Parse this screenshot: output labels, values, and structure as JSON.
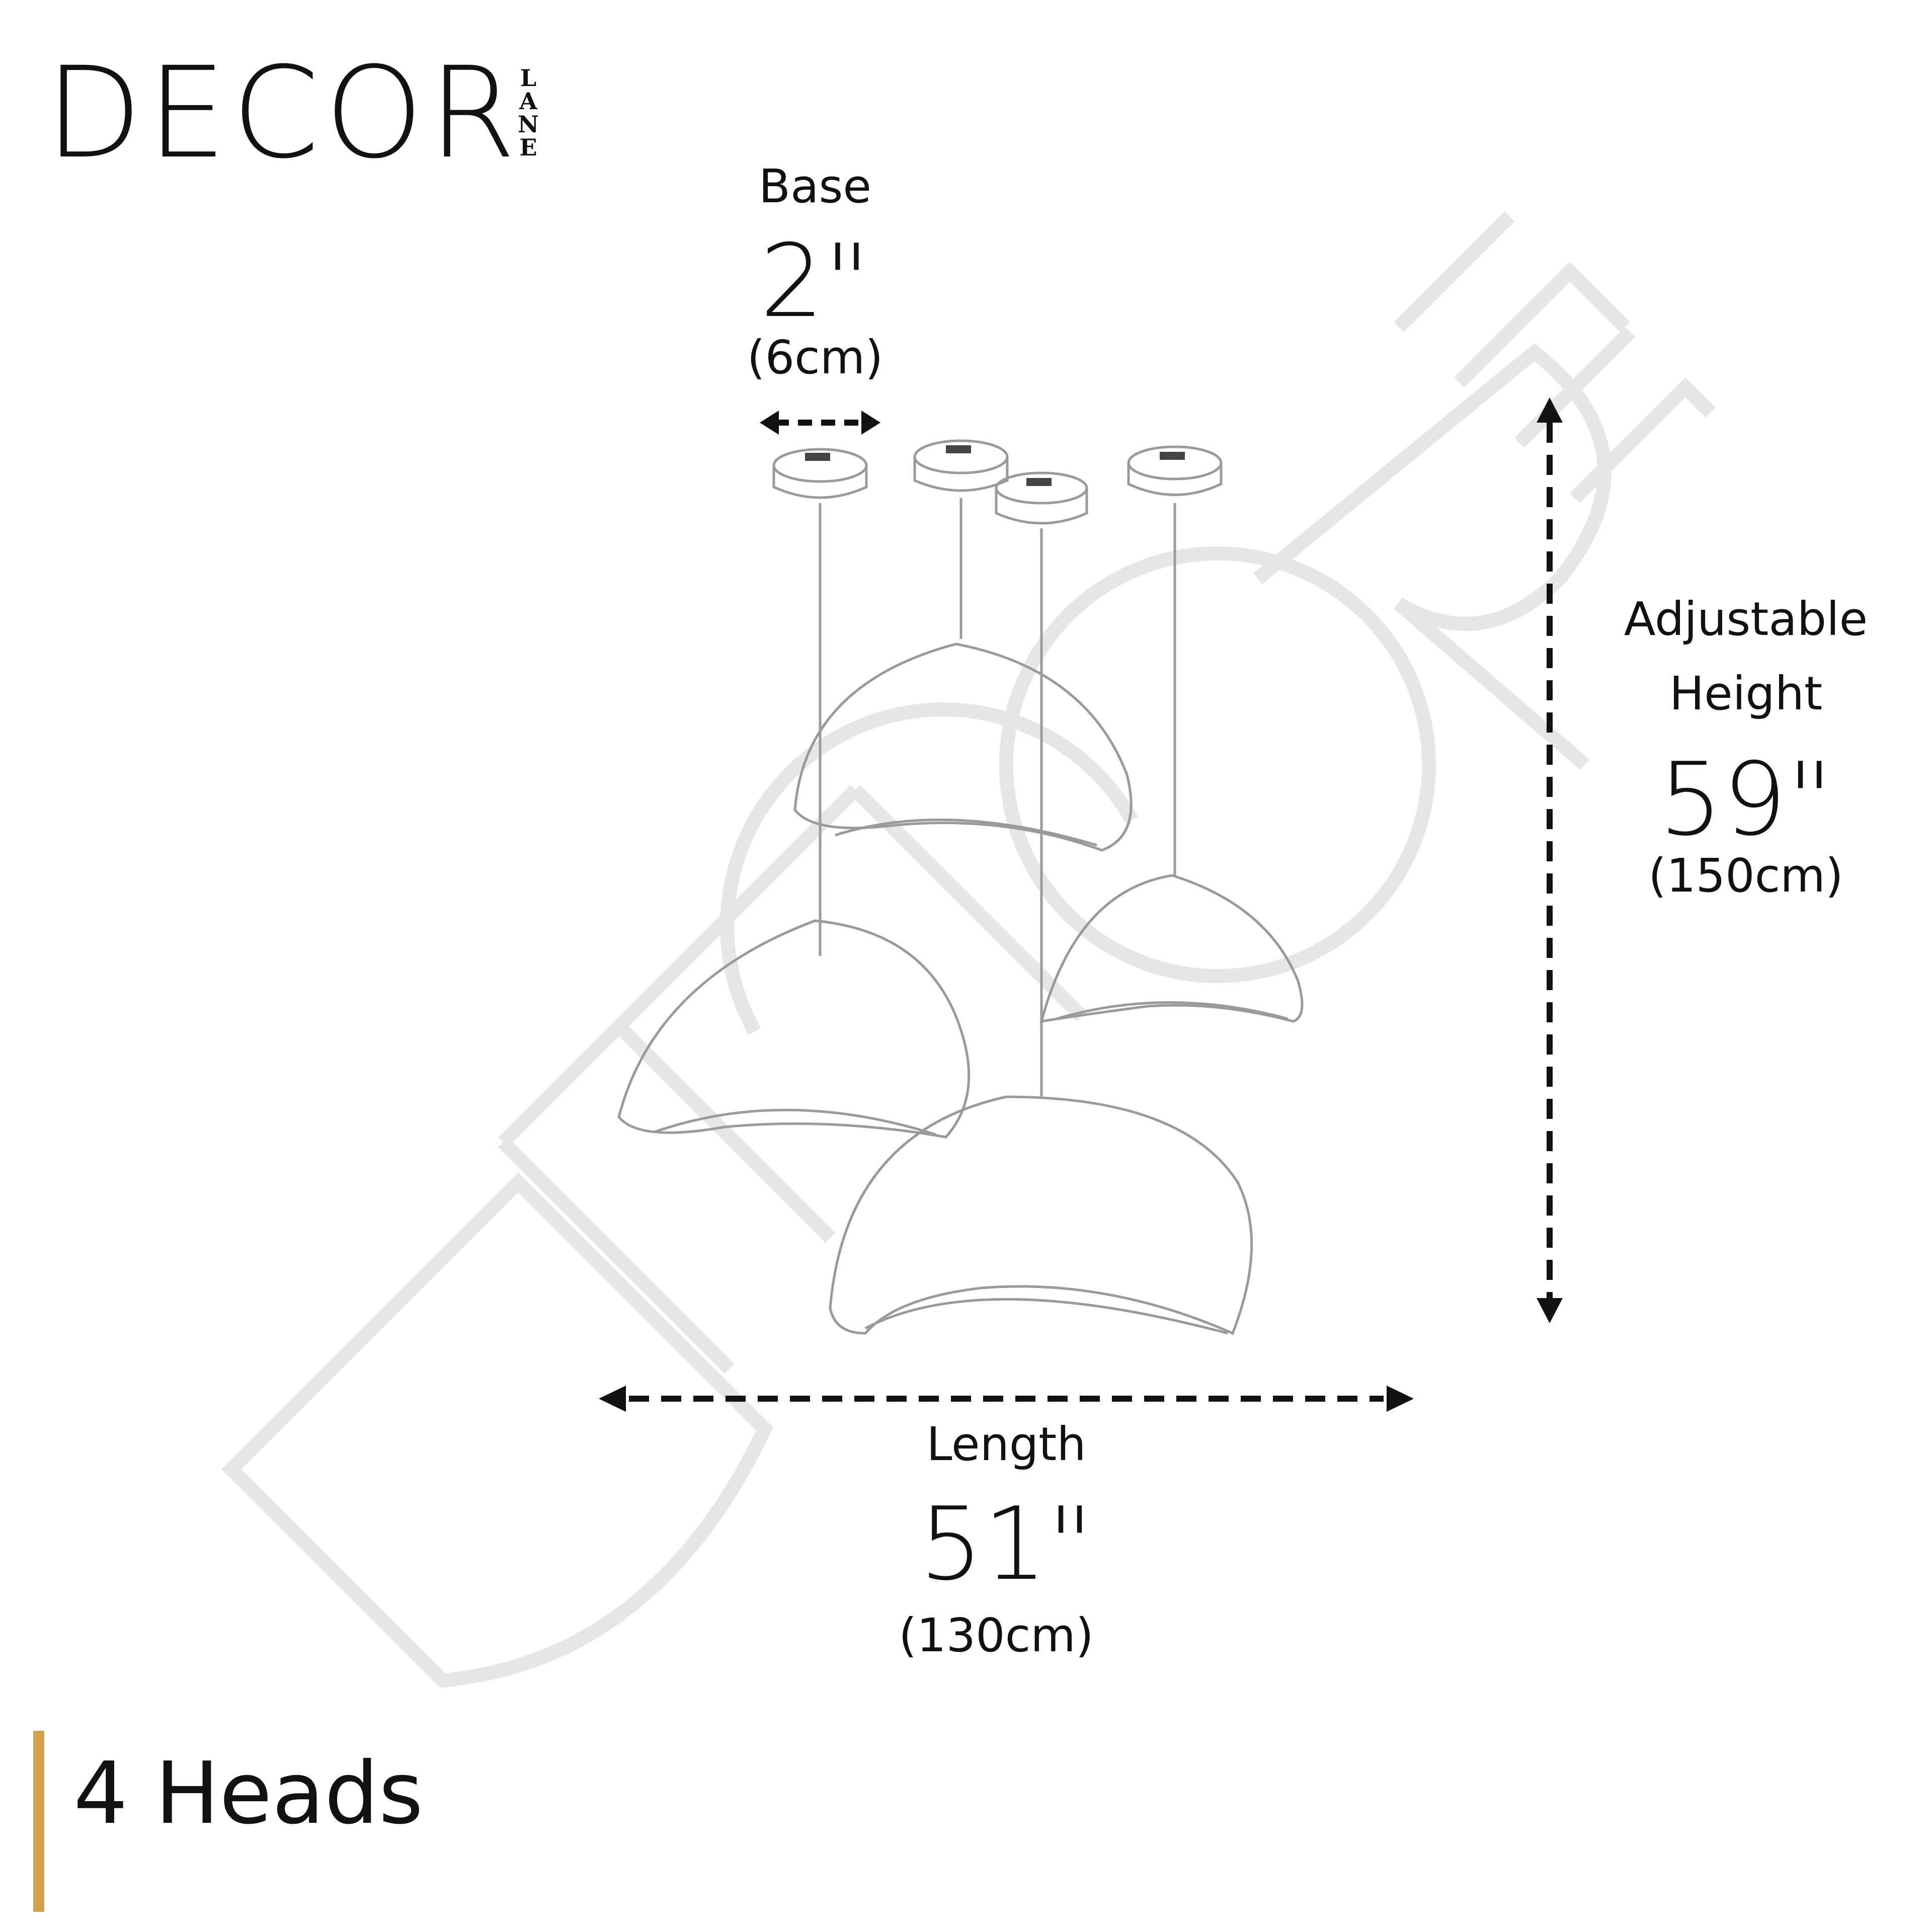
{
  "brand": {
    "name": "DECOR",
    "sub": "LANE",
    "watermark": "DECOR LANE"
  },
  "base": {
    "label": "Base",
    "value": "2\"",
    "metric": "(6cm)"
  },
  "height": {
    "label_line1": "Adjustable",
    "label_line2": "Height",
    "value": "59\"",
    "metric": "(150cm)"
  },
  "length": {
    "label": "Length",
    "value": "51\"",
    "metric": "(130cm)"
  },
  "footer": {
    "text": "4 Heads"
  },
  "colors": {
    "accent": "#D4A24C",
    "ink": "#111111",
    "watermark": "#E6E6E6",
    "sketch": "#C8C8C8"
  }
}
